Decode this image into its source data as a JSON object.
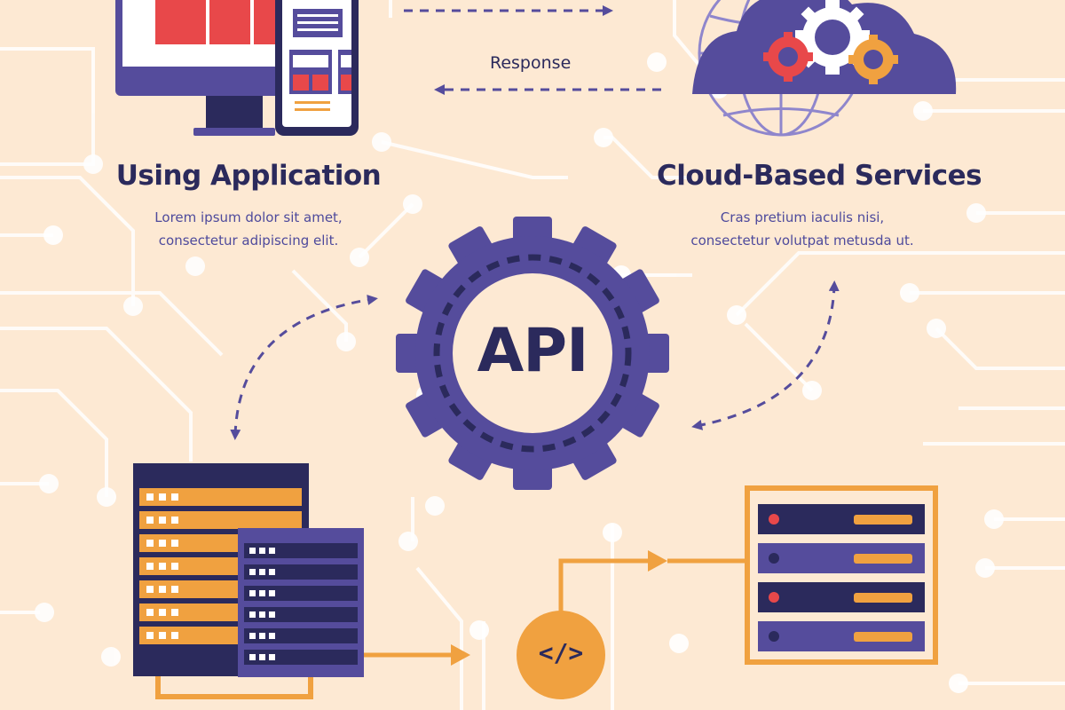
{
  "response_label": "Response",
  "using_application": {
    "title": "Using Application",
    "desc_line1": "Lorem ipsum dolor sit amet,",
    "desc_line2": "consectetur adipiscing elit."
  },
  "cloud_services": {
    "title": "Cloud-Based Services",
    "desc_line1": "Cras pretium iaculis nisi,",
    "desc_line2": "consectetur volutpat metusda ut."
  },
  "api_label": "API",
  "code_label": "</>",
  "colors": {
    "background": "#fde9d3",
    "circuit": "#ffffff",
    "navy": "#2b2a5c",
    "purple": "#554c9c",
    "orange": "#f0a140",
    "red": "#e8484a"
  }
}
